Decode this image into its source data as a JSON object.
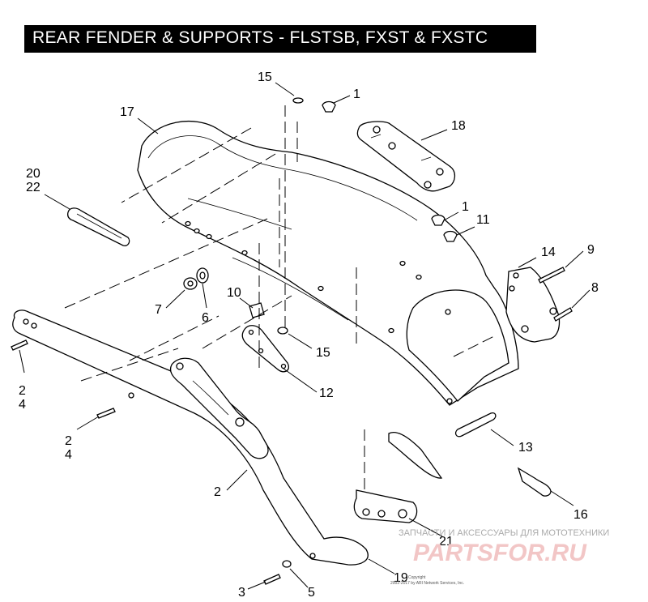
{
  "title": "REAR FENDER & SUPPORTS - FLSTSB, FXST & FXSTC",
  "callouts": [
    "15",
    "1",
    "17",
    "18",
    "20",
    "22",
    "1",
    "11",
    "14",
    "9",
    "8",
    "7",
    "6",
    "10",
    "15",
    "12",
    "2",
    "4",
    "2",
    "4",
    "13",
    "2",
    "16",
    "21",
    "19",
    "3",
    "5"
  ],
  "watermark": {
    "tagline": "ЗАПЧАСТИ И АКСЕССУАРЫ ДЛЯ МОТОТЕХНИКИ",
    "logo": "PARTSFOR.RU"
  },
  "copyright": {
    "line1": "Copyright",
    "line2": "2002-2017 by ARI Network Services, Inc."
  }
}
